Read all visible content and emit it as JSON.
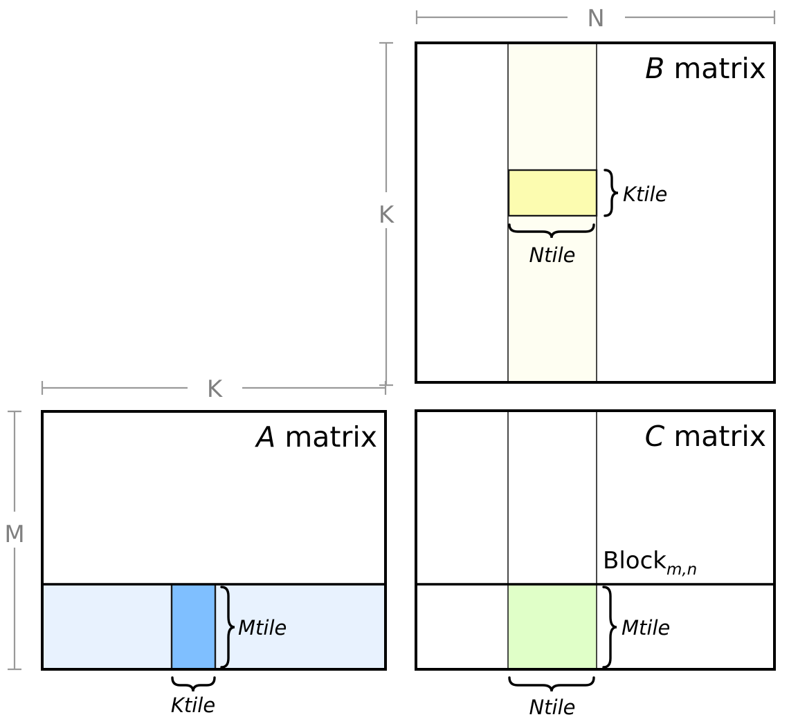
{
  "diagram": {
    "title": "Tiled matrix multiplication blocking diagram",
    "colors": {
      "outline": "#000000",
      "dim_line": "#999999",
      "dim_text": "#808080",
      "a_band_fill": "#E8F2FE",
      "a_tile_fill": "#7FBFFF",
      "b_strip_fill": "#FEFEF2",
      "b_tile_fill": "#FCFCB0",
      "c_tile_fill": "#E0FFC8",
      "background": "#FFFFFF",
      "thin_divider": "#1A1A1A"
    }
  },
  "dimensions": {
    "n_label": "N",
    "k_vertical_label": "K",
    "k_horizontal_label": "K",
    "m_label": "M"
  },
  "matrices": {
    "a": {
      "name_italic": "A",
      "name_rest": " matrix",
      "full_label": "A matrix",
      "ktile_label": "Ktile",
      "mtile_label": "Mtile"
    },
    "b": {
      "name_italic": "B",
      "name_rest": " matrix",
      "full_label": "B matrix",
      "ktile_label": "Ktile",
      "ntile_label": "Ntile"
    },
    "c": {
      "name_italic": "C",
      "name_rest": " matrix",
      "full_label": "C matrix",
      "block_label": "Block",
      "block_subscript": "m,n",
      "mtile_label": "Mtile",
      "ntile_label": "Ntile"
    }
  }
}
